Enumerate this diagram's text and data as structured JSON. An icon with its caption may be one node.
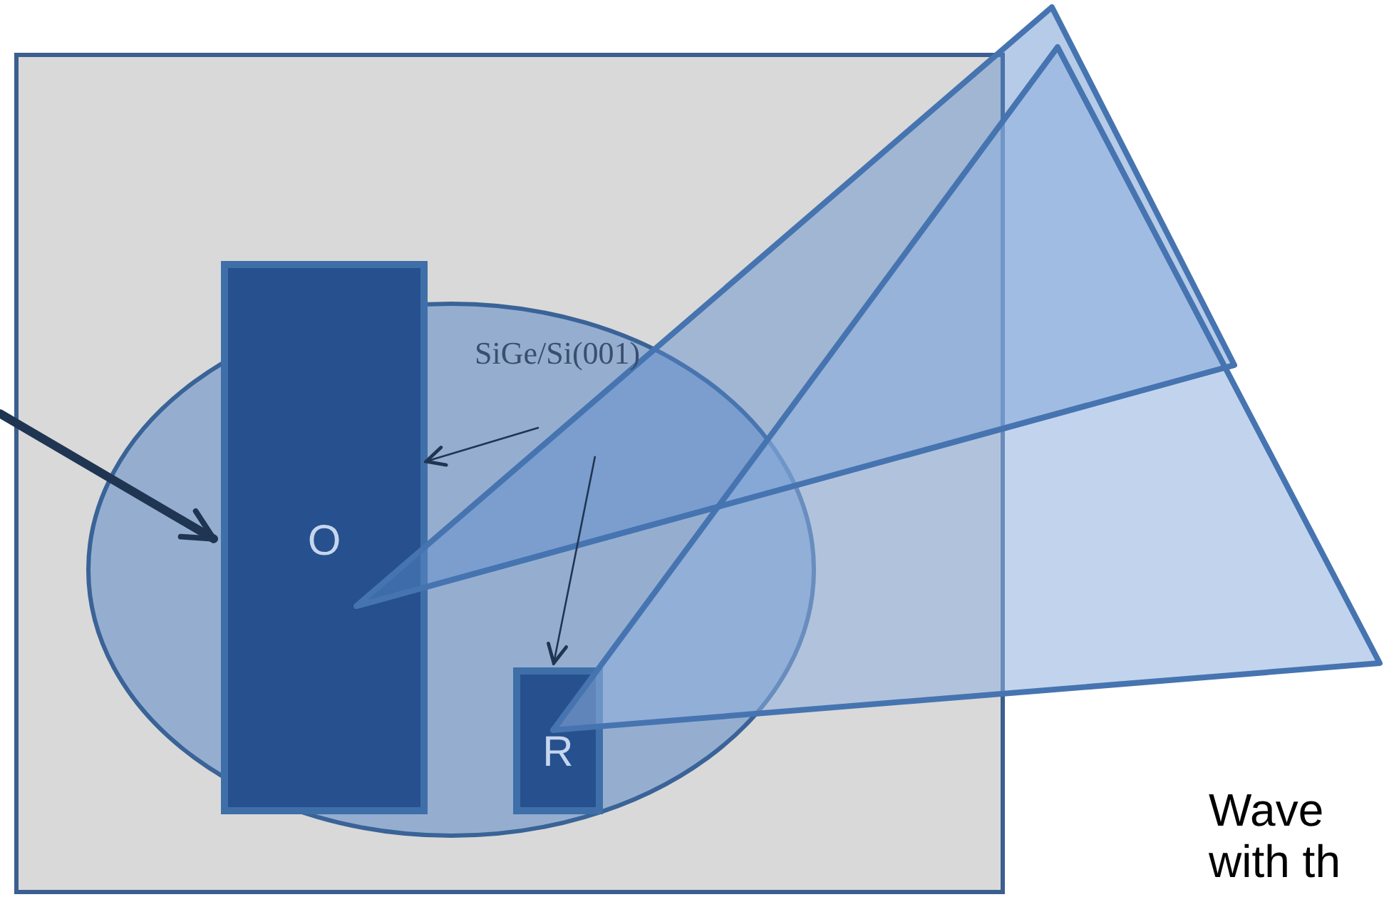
{
  "diagram": {
    "nodes": [
      {
        "text": [],
        "shape": "box"
      },
      {
        "text": [],
        "shape": "circle",
        "in": 0
      },
      {
        "text": [
          "O"
        ],
        "in": 0
      },
      {
        "text": [
          "R"
        ],
        "in": 1
      },
      {
        "text": [
          "SiGe/Si(001)"
        ],
        "in": 1
      }
    ],
    "edges": [
      {
        "from": 4,
        "to": 2,
        "arrow": "to"
      },
      {
        "from": 4,
        "to": 3,
        "arrow": "to"
      },
      {
        "from": null,
        "to": 2,
        "arrow": "to",
        "style": "thick",
        "color": "#1f3552"
      }
    ],
    "labels": [
      "Wave with th"
    ]
  }
}
